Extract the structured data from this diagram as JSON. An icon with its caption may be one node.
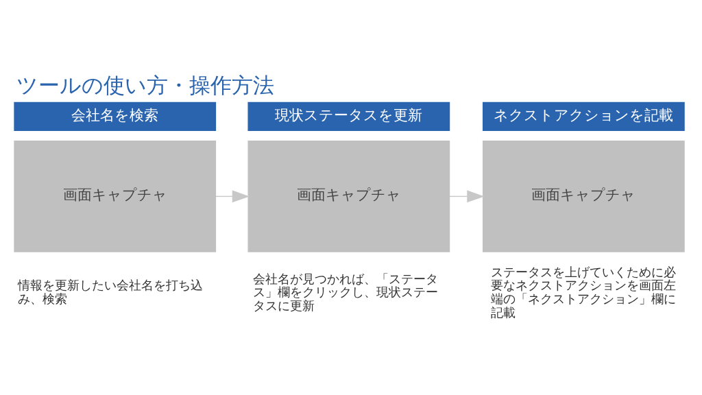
{
  "diagram": {
    "title": "ツールの使い方・操作方法",
    "nodes": [
      {
        "text": [
          "会社名を検索"
        ]
      },
      {
        "text": [
          "画面キャプチャ"
        ],
        "beside": [
          "情報を更新したい会社名を打ち込み、検索"
        ]
      },
      {
        "text": [
          "現状ステータスを更新"
        ]
      },
      {
        "text": [
          "画面キャプチャ"
        ],
        "beside": [
          "会社名が見つかれば、「ステータス」欄をクリックし、現状ステータスに更新"
        ]
      },
      {
        "text": [
          "ネクストアクションを記載"
        ]
      },
      {
        "text": [
          "画面キャプチャ"
        ],
        "beside": [
          "ステータスを上げていくために必要なネクストアクションを画面左端の「ネクストアクション」欄に記載"
        ]
      }
    ],
    "edges": [
      {
        "from": 1,
        "to": 3,
        "arrow": "to"
      },
      {
        "from": 3,
        "to": 5,
        "arrow": "to"
      }
    ]
  }
}
